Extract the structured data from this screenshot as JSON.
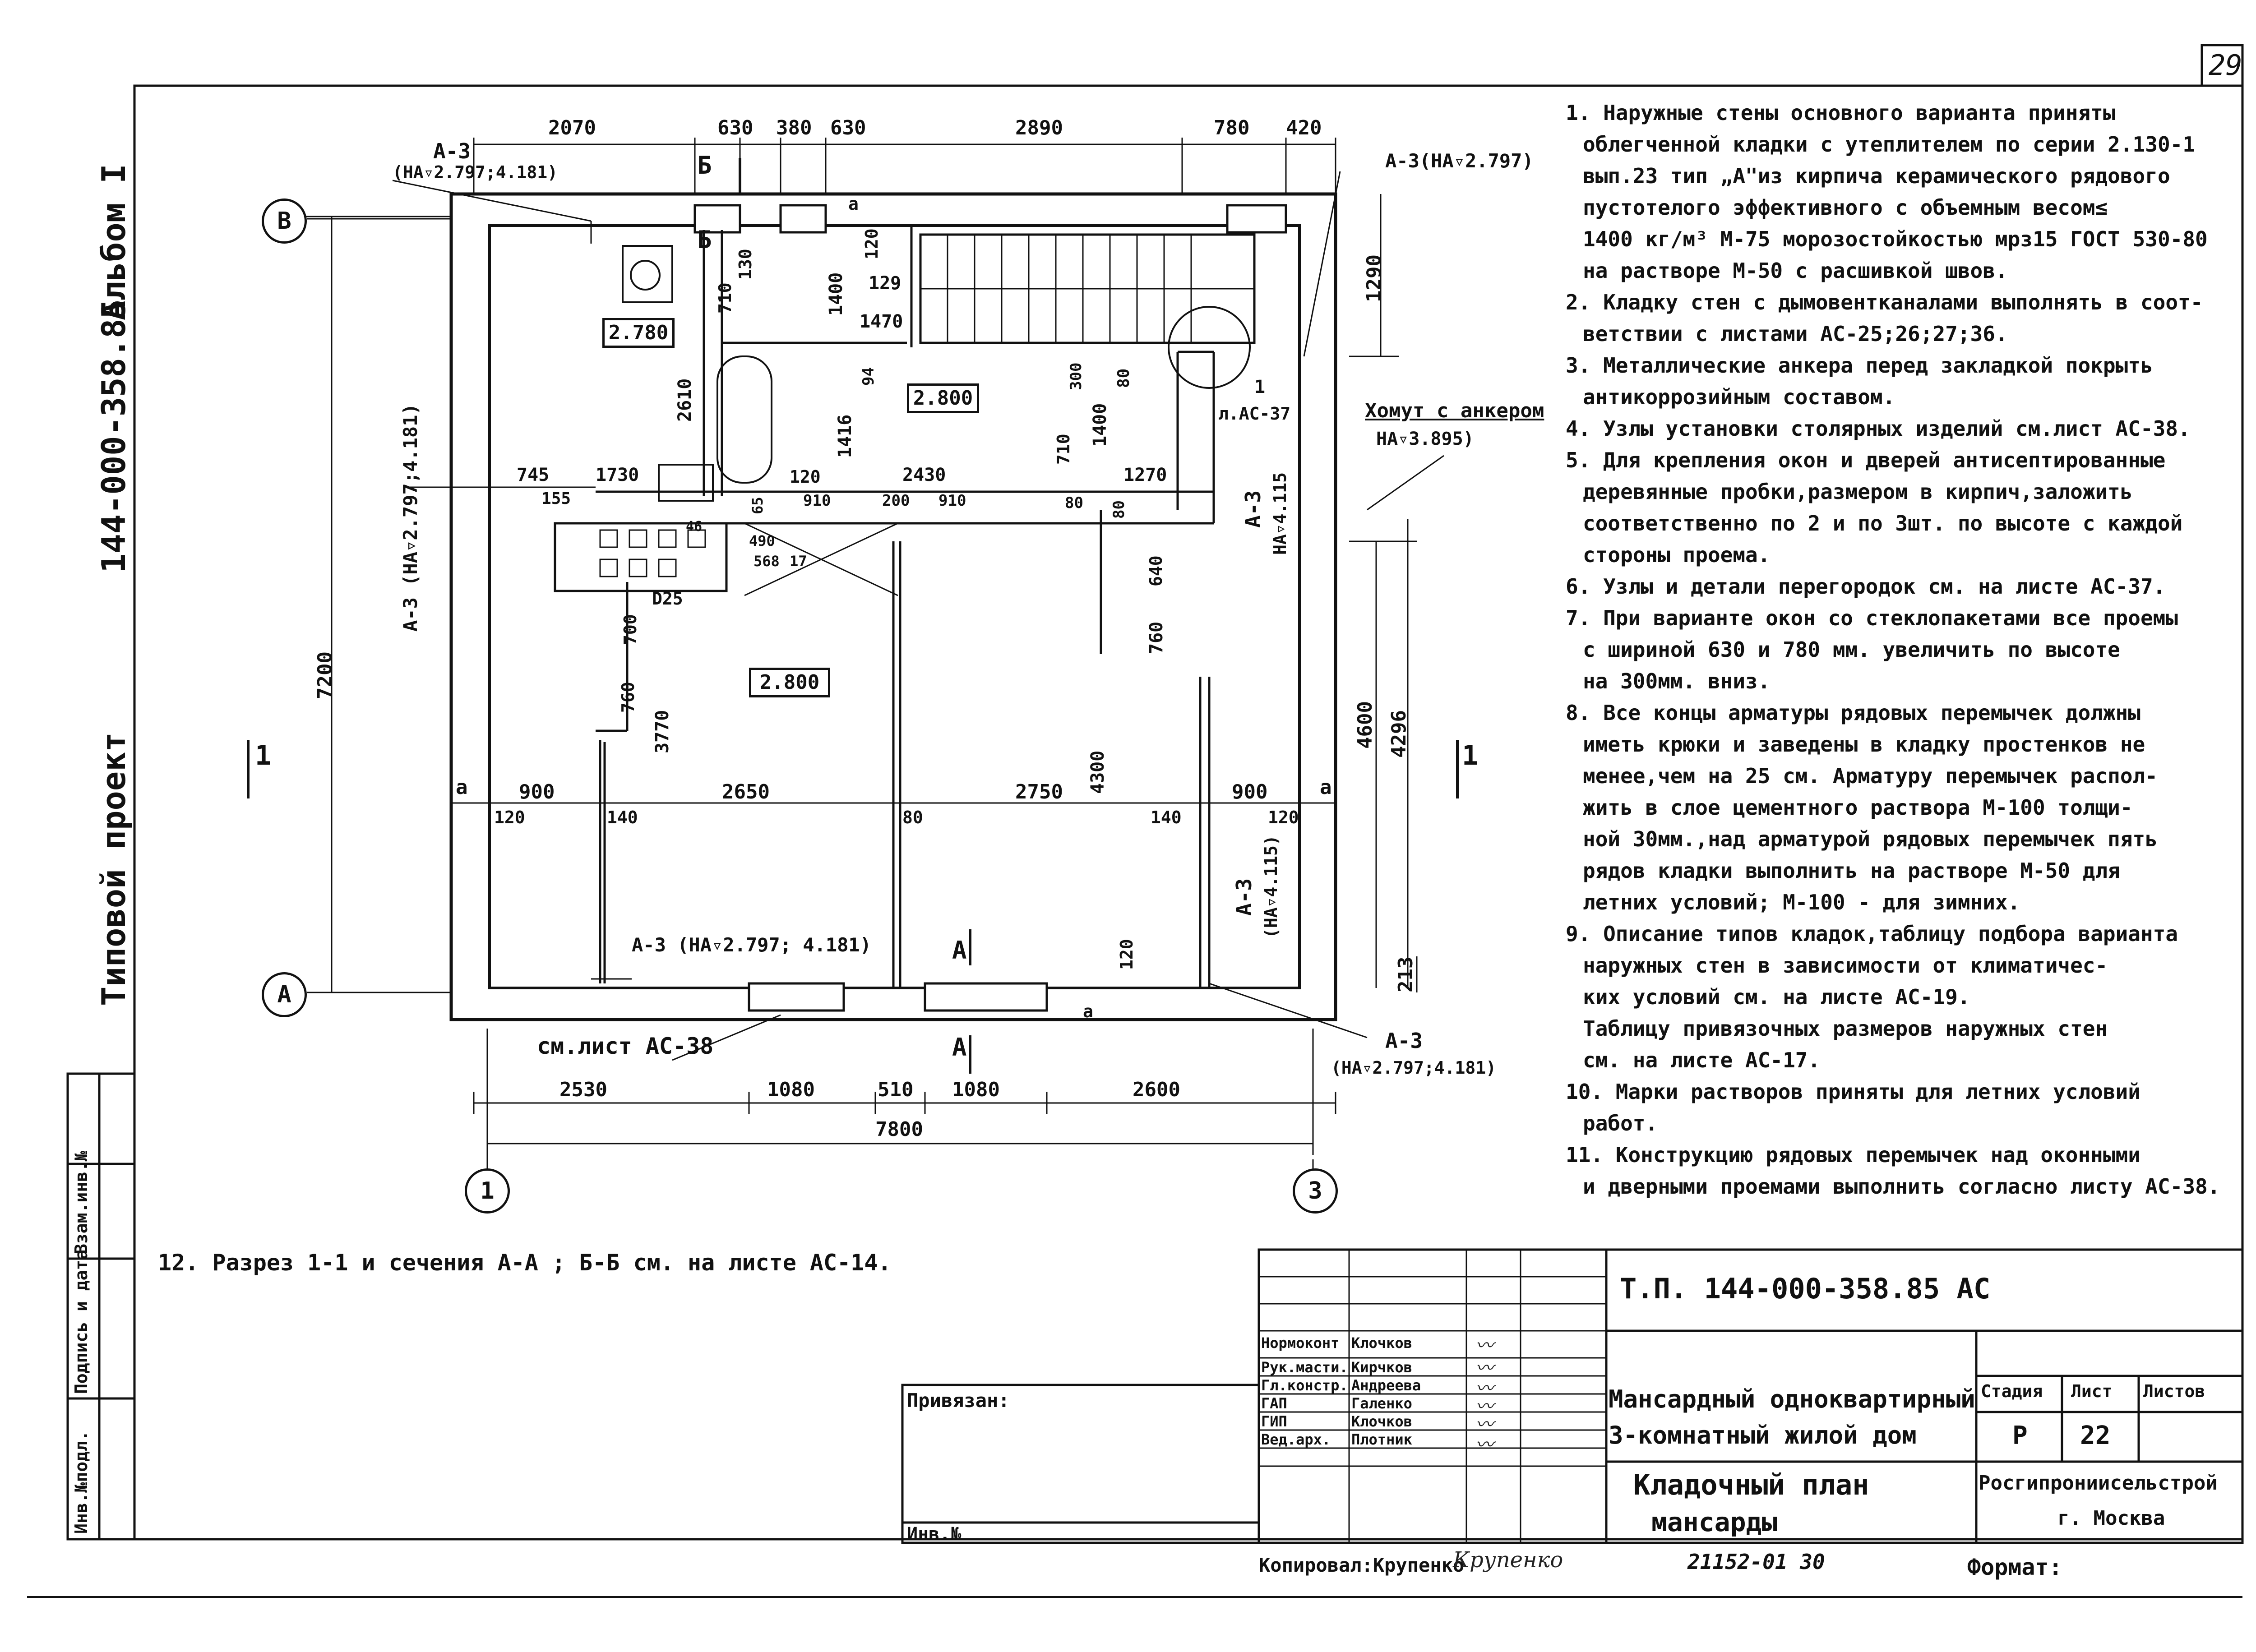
{
  "sheet_number": "29",
  "left_margin": {
    "project_label": "Типовой проект",
    "project_code": "144-000-358.85",
    "album": "Альбом I",
    "stamp_cols": [
      "Инв.№подл.",
      "Подпись и дата",
      "Взам.инв.№"
    ]
  },
  "plan": {
    "top_dims": [
      "2070",
      "630",
      "380",
      "630",
      "2890",
      "780",
      "420"
    ],
    "bottom_dims": [
      "2530",
      "1080",
      "510",
      "1080",
      "2600"
    ],
    "overall_dim": "7800",
    "left_overall": "7200",
    "right_dims": [
      "1290",
      "4600",
      "4296",
      "213"
    ],
    "axes": {
      "B": "В",
      "A": "А",
      "one": "1",
      "three": "3"
    },
    "rooms": [
      "2.780",
      "2.800",
      "2.800"
    ],
    "inner_dims": [
      "710",
      "130",
      "120",
      "1400",
      "129",
      "1470",
      "2610",
      "94",
      "300",
      "1400",
      "80",
      "710",
      "1416",
      "745",
      "1730",
      "155",
      "120",
      "2430",
      "910",
      "200",
      "910",
      "80",
      "1270",
      "80",
      "65",
      "490",
      "568",
      "17",
      "46",
      "640",
      "760",
      "D25",
      "700",
      "760",
      "3770",
      "4300",
      "900",
      "2650",
      "2750",
      "900",
      "120",
      "140",
      "80",
      "140",
      "120",
      "120",
      "a",
      "a",
      "a",
      "a"
    ],
    "callouts": {
      "a3_top_left": "А-3",
      "a3_top_left_sub": "(НА▿2.797;4.181)",
      "a3_top_right": "А-3(НА▿2.797)",
      "clamp": "Хомут с анкером",
      "clamp_sub": "НА▿3.895)",
      "a3_right_vert": "А-3",
      "a3_right_vert_sub": "НА▿4.115",
      "a3_left_vert": "А-3 (НА▿2.797;4.181)",
      "a3_bottom": "А-3 (НА▿2.797; 4.181)",
      "a3_bottom_right_vert": "А-3",
      "a3_bottom_right_vert_sub": "(НА▿4.115)",
      "a3_bottom_right": "А-3",
      "a3_bottom_right_sub": "(НА▿2.797;4.181)",
      "see_sheet": "см.лист АС-38",
      "node_1": "1",
      "node_1_sub": "л.АС-37",
      "sec_b": "Б",
      "sec_b2": "Б",
      "sec_a": "А",
      "sec_a2": "А",
      "sec_1": "1",
      "sec_1b": "1"
    }
  },
  "notes": [
    "1. Наружные стены основного варианта приняты",
    "облегченной кладки с утеплителем по серии 2.130-1",
    "вып.23 тип „А\"из кирпича керамического рядового",
    "пустотелого эффективного с объемным весом≤",
    "1400 кг/м³ М-75 морозостойкостью мрз15 ГОСТ 530-80",
    "на растворе М-50 с расшивкой швов.",
    "2. Кладку стен с дымовентканалами выполнять в соот-",
    "ветствии с листами АС-25;26;27;36.",
    "3. Металлические анкера перед закладкой покрыть",
    "антикоррозийным составом.",
    "4. Узлы установки столярных изделий см.лист АС-38.",
    "5. Для крепления окон и дверей антисептированные",
    "деревянные пробки,размером в кирпич,заложить",
    "соответственно по 2 и по 3шт. по высоте с каждой",
    "стороны проема.",
    "6. Узлы и детали перегородок см. на листе АС-37.",
    "7. При варианте окон со стеклопакетами все проемы",
    "с шириной 630 и 780 мм. увеличить по высоте",
    "на 300мм. вниз.",
    "8. Все концы арматуры рядовых перемычек должны",
    "иметь крюки и заведены в кладку простенков не",
    "менее,чем на 25 см. Арматуру перемычек распол-",
    "жить в слое цементного раствора М-100 толщи-",
    "ной 30мм.,над арматурой рядовых перемычек пять",
    "рядов кладки выполнить на растворе М-50 для",
    "летних условий; М-100 - для зимних.",
    "9. Описание типов кладок,таблицу подбора варианта",
    "наружных стен в зависимости от климатичес-",
    "ких условий см. на листе АС-19.",
    "Таблицу привязочных размеров наружных стен",
    "см. на листе АС-17.",
    "10. Марки растворов приняты для летних условий",
    "работ.",
    "11. Конструкцию рядовых перемычек над оконными",
    "и дверными проемами выполнить согласно листу АС-38."
  ],
  "note_12": "12. Разрез 1-1 и сечения А-А ; Б-Б см. на листе АС-14.",
  "title_block": {
    "doc_code": "Т.П.   144-000-358.85   АС",
    "roles": [
      "Нормоконт",
      "Рук.масти.",
      "Гл.констр.",
      "ГАП",
      "ГИП",
      "Вед.арх."
    ],
    "names": [
      "Клочков",
      "Кирчков",
      "Андреева",
      "Галенко",
      "Клочков",
      "Плотник"
    ],
    "bound_label": "Привязан:",
    "inv_label": "Инв.№",
    "project_name_1": "Мансардный одноквартирный",
    "project_name_2": "3-комнатный жилой дом",
    "stage_hdr": "Стадия",
    "sheet_hdr": "Лист",
    "sheets_hdr": "Листов",
    "stage": "Р",
    "sheet": "22",
    "sheets": "",
    "drawing_title_1": "Кладочный план",
    "drawing_title_2": "мансарды",
    "org_1": "Росгипрониисельстрой",
    "org_2": "г. Москва",
    "copied": "Копировал:Крупенко",
    "copied_sig": "Крупенко",
    "order": "21152-01    30",
    "format": "Формат:"
  }
}
